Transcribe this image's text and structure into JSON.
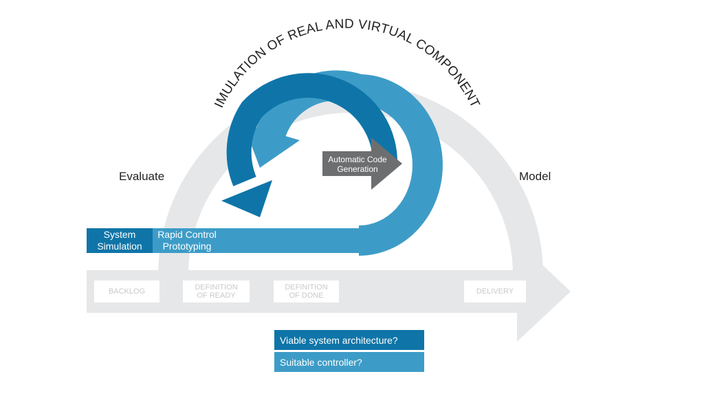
{
  "arc_title": "SIMULATION OF REAL AND VIRTUAL COMPONENTS",
  "labels": {
    "left": "Evaluate",
    "right": "Model"
  },
  "code_generation": {
    "line1": "Automatic Code",
    "line2": "Generation"
  },
  "band": {
    "system_simulation": {
      "line1": "System",
      "line2": "Simulation"
    },
    "rapid_control": {
      "line1": "Rapid Control",
      "line2": "Prototyping"
    }
  },
  "phases": [
    {
      "line1": "BACKLOG",
      "line2": ""
    },
    {
      "line1": "DEFINITION",
      "line2": "OF READY"
    },
    {
      "line1": "DEFINITION",
      "line2": "OF DONE"
    },
    {
      "line1": "DELIVERY",
      "line2": ""
    }
  ],
  "questions": [
    "Viable system architecture?",
    "Suitable controller?"
  ],
  "colors": {
    "grey": "#e6e7e8",
    "blue_dark": "#0f75a8",
    "blue_light": "#3d9cc7",
    "code_arrow": "#6d6e70",
    "box_text": "#c7c9cb"
  }
}
